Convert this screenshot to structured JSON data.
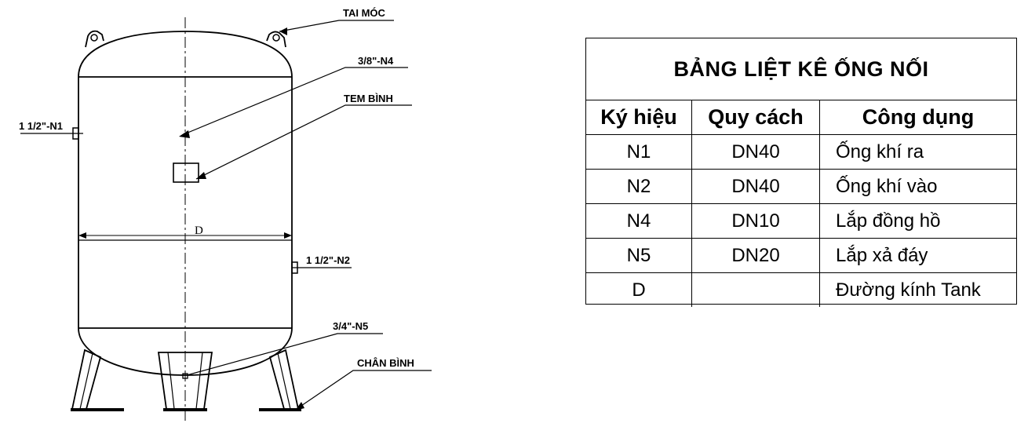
{
  "diagram": {
    "callouts": {
      "tai_moc": "TAI MÓC",
      "n4": "3/8\"-N4",
      "tem_binh": "TEM BÌNH",
      "n1": "1 1/2\"-N1",
      "n2": "1 1/2\"-N2",
      "n5": "3/4\"-N5",
      "chan_binh": "CHÂN BÌNH"
    },
    "dimension_label": "D"
  },
  "table": {
    "title": "BẢNG LIỆT KÊ ỐNG NỐI",
    "headers": [
      "Ký hiệu",
      "Quy cách",
      "Công dụng"
    ],
    "rows": [
      [
        "N1",
        "DN40",
        "Ống khí ra"
      ],
      [
        "N2",
        "DN40",
        "Ống khí vào"
      ],
      [
        "N4",
        "DN10",
        "Lắp đồng hồ"
      ],
      [
        "N5",
        "DN20",
        "Lắp xả đáy"
      ],
      [
        "D",
        "",
        "Đường kính Tank"
      ]
    ]
  }
}
